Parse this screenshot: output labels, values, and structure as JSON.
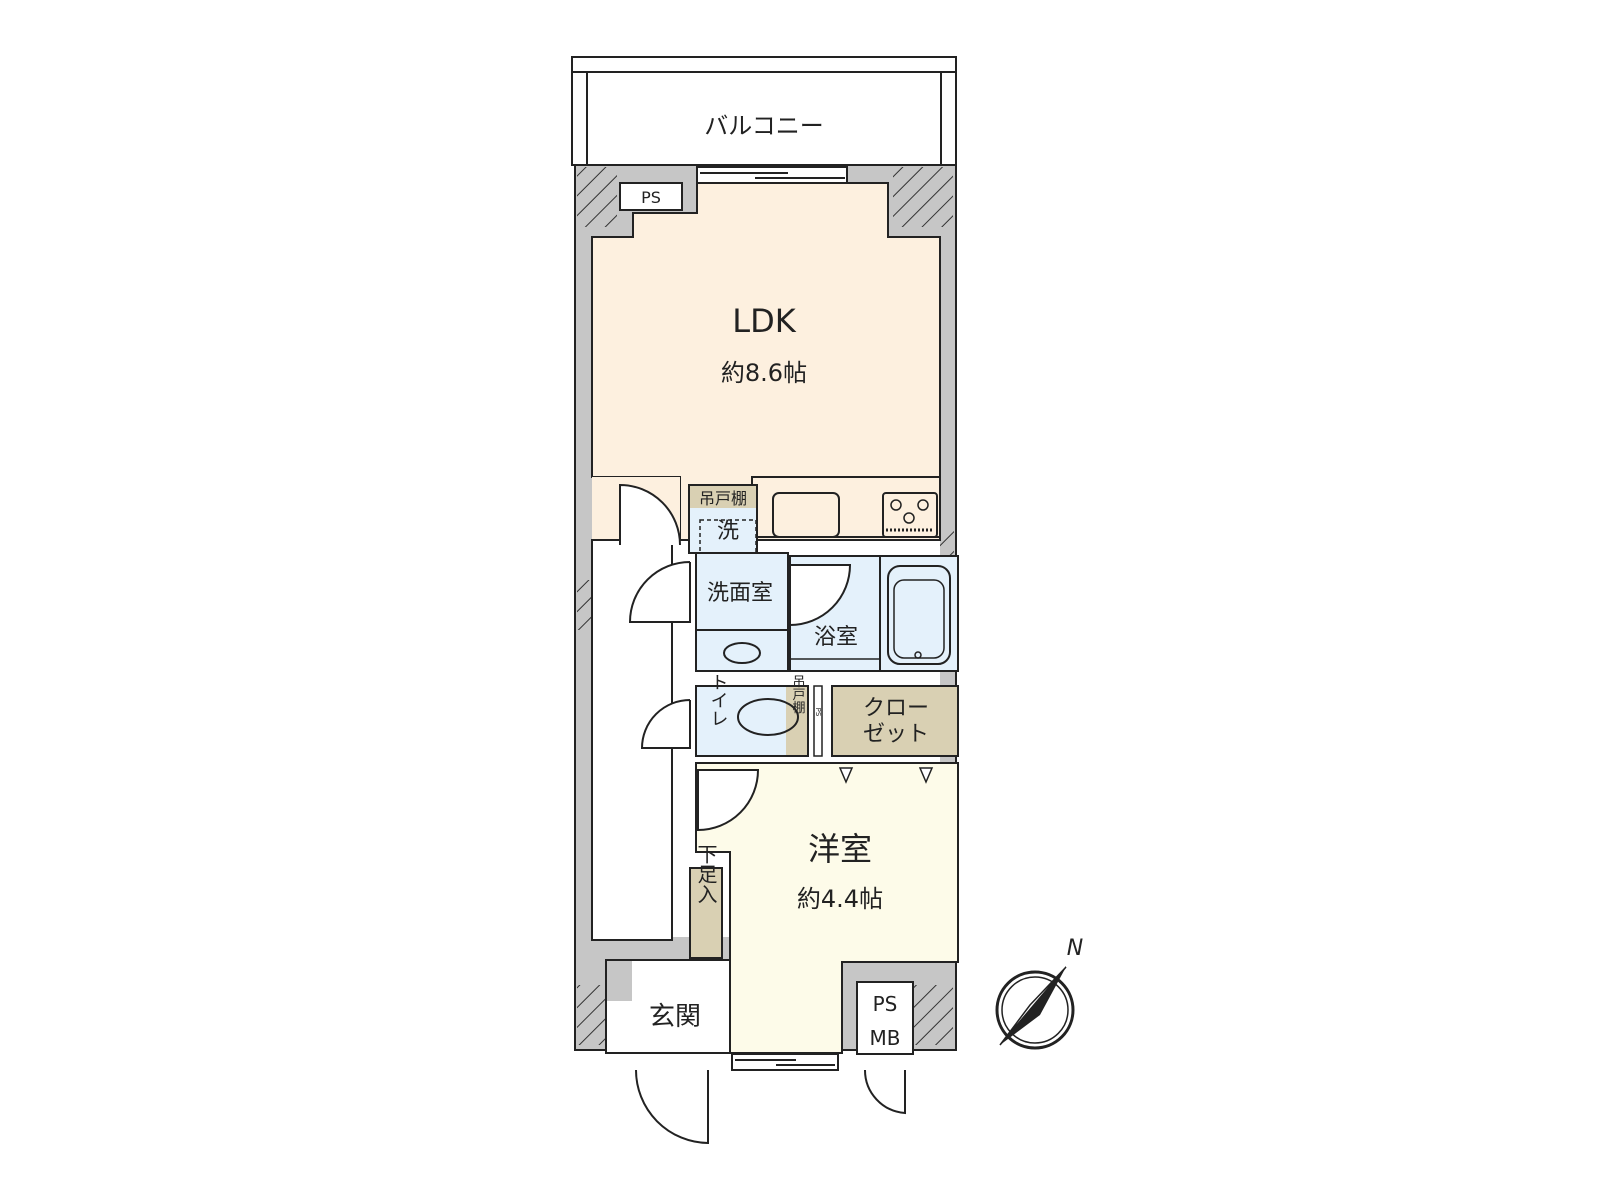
{
  "colors": {
    "wall": "#c6c6c6",
    "ldk": "#fdf0df",
    "wet": "#e4f1fb",
    "storage": "#d9d0b3",
    "western_room": "#fdfbe9",
    "line": "#222222"
  },
  "rooms": {
    "balcony": {
      "label": "バルコニー"
    },
    "ldk": {
      "label": "LDK",
      "size": "約8.6帖"
    },
    "ps_top": {
      "label": "PS"
    },
    "hanging_shelf_1": {
      "label": "吊戸棚"
    },
    "washer": {
      "label": "洗"
    },
    "washroom": {
      "label": "洗面室"
    },
    "bathroom": {
      "label": "浴室"
    },
    "toilet": {
      "label": "トイレ"
    },
    "hanging_shelf_2": {
      "label": "吊戸棚"
    },
    "ps_small": {
      "label": "PS"
    },
    "closet": {
      "label_line1": "クロー",
      "label_line2": "ゼット"
    },
    "western_room": {
      "label": "洋室",
      "size": "約4.4帖"
    },
    "shoe_storage": {
      "label": "下足入"
    },
    "entrance": {
      "label": "玄関"
    },
    "ps_mb": {
      "label_line1": "PS",
      "label_line2": "MB"
    }
  },
  "compass": {
    "label": "N",
    "icon": "north-arrow-icon"
  }
}
